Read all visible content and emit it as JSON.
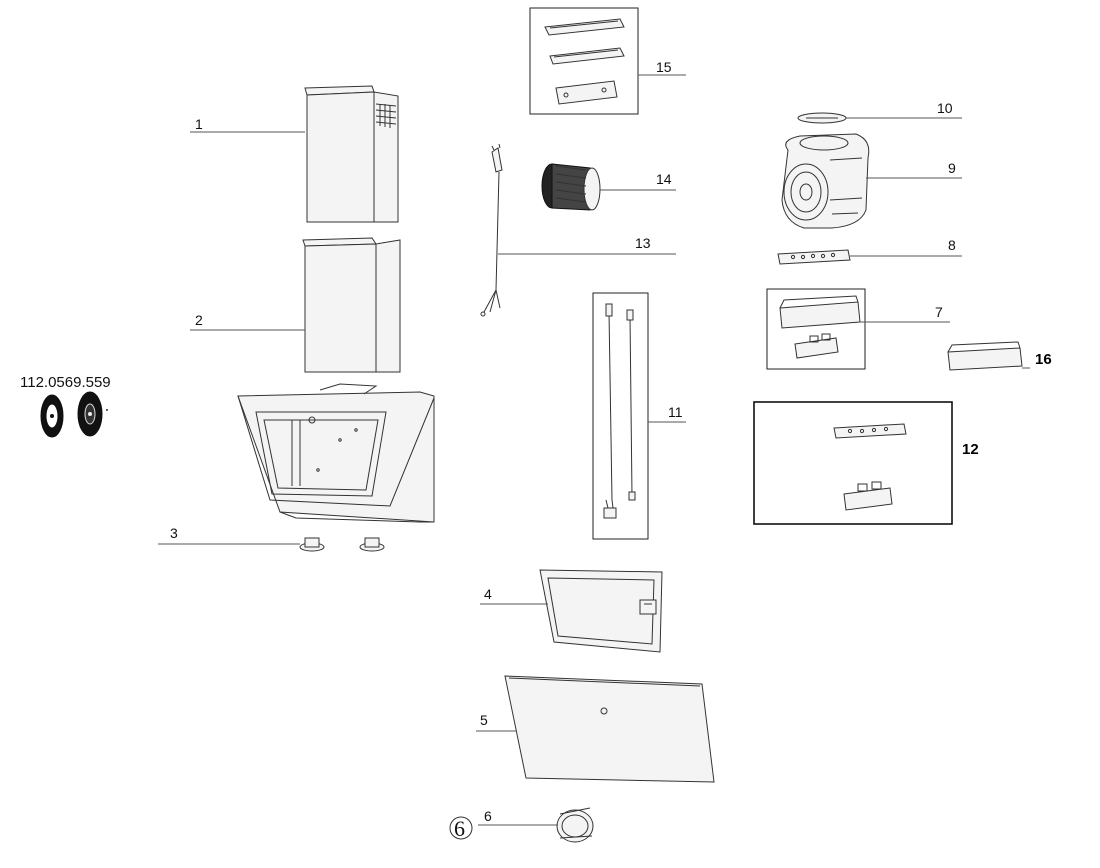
{
  "part_code": "112.0569.559",
  "circled_six": "6",
  "labels": {
    "p1": "1",
    "p2": "2",
    "p3": "3",
    "p4": "4",
    "p5": "5",
    "p6": "6",
    "p7": "7",
    "p8": "8",
    "p9": "9",
    "p10": "10",
    "p11": "11",
    "p12": "12",
    "p13": "13",
    "p14": "14",
    "p15": "15",
    "p16": "16"
  }
}
